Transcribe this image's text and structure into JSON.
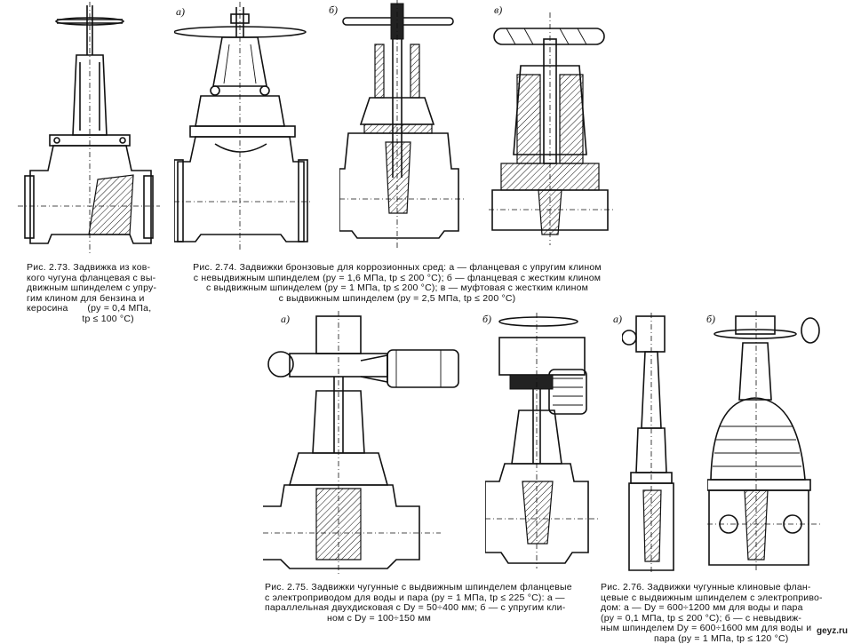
{
  "figures": {
    "fig273": {
      "lines": [
        "Рис. 2.73. Задвижка из ков-",
        "кого чугуна фланцевая с вы-",
        "движным шпинделем с упру-",
        "гим клином для бензина и",
        "керосина       (pу = 0,4 МПа,",
        "                    tр ≤ 100 °C)"
      ]
    },
    "fig274": {
      "lines": [
        "Рис. 2.74. Задвижки бронзовые для коррозионных сред: а — фланцевая с упругим клином",
        "с невыдвижным шпинделем (pу = 1,6 МПа,   tр ≤ 200 °C);  б — фланцевая с жестким клином",
        "с выдвижным шпинделем (pу = 1 МПа,   tр ≤ 200 °C);   в — муфтовая с жестким клином",
        "с выдвижным шпинделем (pу = 2,5 МПа,  tр ≤ 200 °C)"
      ]
    },
    "fig275": {
      "lines": [
        "Рис. 2.75. Задвижки чугунные с выдвижным шпинделем фланцевые",
        "с электроприводом для воды и пара (pу = 1 МПа, tр ≤ 225 °C): а —",
        "параллельная двухдисковая с Dу = 50÷400 мм; б — с упругим кли-",
        "ном с Dу = 100÷150 мм"
      ]
    },
    "fig276": {
      "lines": [
        "Рис. 2.76. Задвижки чугунные клиновые флан-",
        "цевые с выдвижным шпинделем с электроприво-",
        "дом: а — Dу = 600÷1200 мм для воды и пара",
        "(pу = 0,1 МПа, tр ≤ 200 °C); б — с невыдвиж-",
        "ным шпинделем Dу = 600÷1600 мм для воды и",
        "пара (pу = 1 МПа, tр ≤ 120 °C)"
      ]
    }
  },
  "labels": {
    "a1": "а)",
    "b1": "б)",
    "v1": "в)",
    "a2": "а)",
    "b2": "б)",
    "a3": "а)",
    "b3": "б)"
  },
  "watermark": "geyz.ru"
}
